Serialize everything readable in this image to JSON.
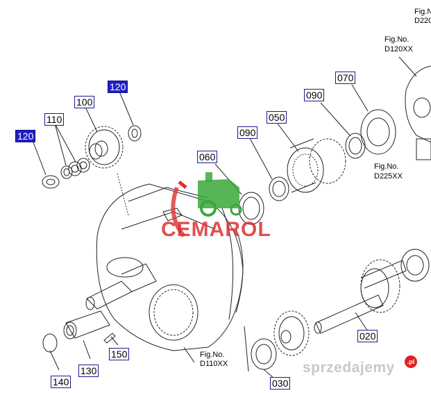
{
  "callouts": {
    "c120a": "120",
    "c110": "110",
    "c100": "100",
    "c120b": "120",
    "c060": "060",
    "c090a": "090",
    "c050": "050",
    "c090b": "090",
    "c070": "070",
    "c020": "020",
    "c030": "030",
    "c150": "150",
    "c130": "130",
    "c140": "140"
  },
  "fig_refs": {
    "d220_line1": "Fig.N",
    "d220_line2": "D220",
    "d120_line1": "Fig.No.",
    "d120_line2": "D120XX",
    "d225_line1": "Fig.No.",
    "d225_line2": "D225XX",
    "d110_line1": "Fig.No.",
    "d110_line2": "D110XX"
  },
  "logo": {
    "text": "CEMAROL",
    "color": "#e03030",
    "tractor_color": "#3aa83a"
  },
  "watermark": {
    "text": "sprzedajemy",
    "badge": ".pl"
  },
  "colors": {
    "callout_border": "#1a1a8c",
    "callout_highlight": "#1f1fc8",
    "line": "#222222"
  }
}
